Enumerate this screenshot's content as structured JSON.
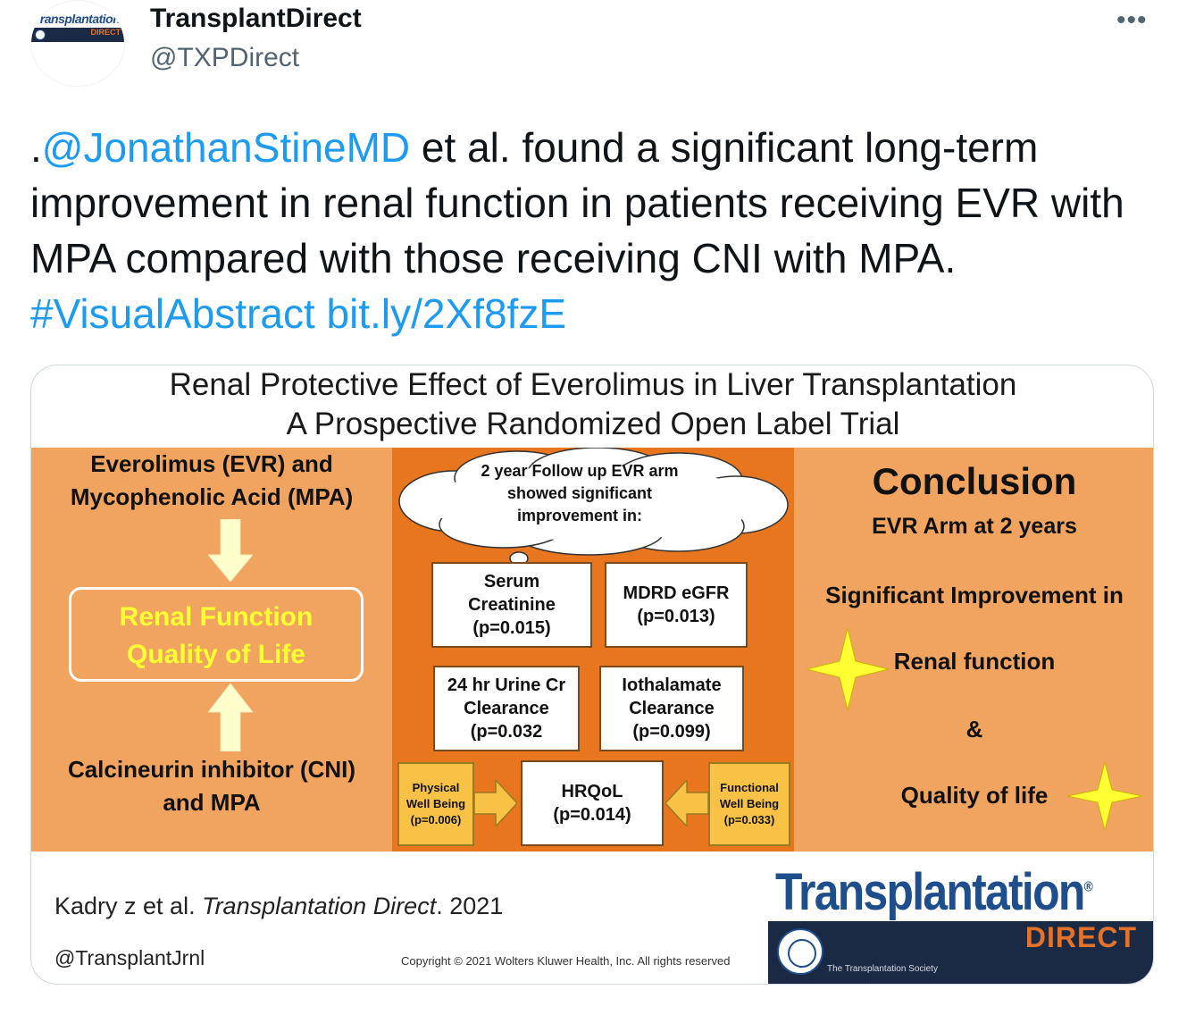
{
  "tweet": {
    "author_name": "TransplantDirect",
    "author_handle": "@TXPDirect",
    "more_label": "•••",
    "text": {
      "prefix": ".",
      "mention": "@JonathanStineMD",
      "body": " et al. found a significant long-term improvement in renal function in patients receiving EVR with MPA compared with those receiving CNI with MPA. ",
      "hashtag": "#VisualAbstract",
      "link": "bit.ly/2Xf8fzE"
    }
  },
  "avatar": {
    "title": "Transplantation",
    "band": "DIRECT"
  },
  "visual_abstract": {
    "title_line1": "Renal Protective Effect of Everolimus in Liver Transplantation",
    "title_line2": "A Prospective Randomized Open Label Trial",
    "left": {
      "top_line1": "Everolimus (EVR) and",
      "top_line2": "Mycophenolic Acid (MPA)",
      "box_line1": "Renal Function",
      "box_line2": "Quality of Life",
      "bottom_line1": "Calcineurin inhibitor (CNI)",
      "bottom_line2": "and MPA"
    },
    "middle": {
      "cloud_line1": "2 year Follow up EVR arm",
      "cloud_line2": "showed significant",
      "cloud_line3": "improvement in:",
      "box1_line1": "Serum",
      "box1_line2": "Creatinine",
      "box1_line3": "(p=0.015)",
      "box2_line1": "MDRD eGFR",
      "box2_line2": "(p=0.013)",
      "box3_line1": "24 hr Urine Cr",
      "box3_line2": "Clearance",
      "box3_line3": "(p=0.032",
      "box4_line1": "Iothalamate",
      "box4_line2": "Clearance",
      "box4_line3": "(p=0.099)",
      "box5_line1": "HRQoL",
      "box5_line2": "(p=0.014)",
      "physical_line1": "Physical",
      "physical_line2": "Well Being",
      "physical_line3": "(p=0.006)",
      "functional_line1": "Functional",
      "functional_line2": "Well Being",
      "functional_line3": "(p=0.033)"
    },
    "right": {
      "heading": "Conclusion",
      "subheading": "EVR Arm at 2 years",
      "line1": "Significant Improvement in",
      "line2": "Renal function",
      "line3": "&",
      "line4": "Quality of life"
    },
    "footer": {
      "citation_prefix": "Kadry z et al. ",
      "citation_journal": "Transplantation Direct",
      "citation_year": ". 2021",
      "handle": "@TransplantJrnl",
      "copyright": "Copyright © 2021 Wolters Kluwer Health, Inc. All rights reserved",
      "logo_word": "Transplantation",
      "logo_reg": "®",
      "logo_band": "DIRECT",
      "logo_society": "The Transplantation Society"
    },
    "colors": {
      "side_panel": "#f0a45f",
      "middle_panel": "#e8761f",
      "highlight_text": "#ffff33",
      "star": "#ffff33",
      "logo_blue": "#1f4e8c",
      "logo_orange": "#e3732b"
    }
  }
}
